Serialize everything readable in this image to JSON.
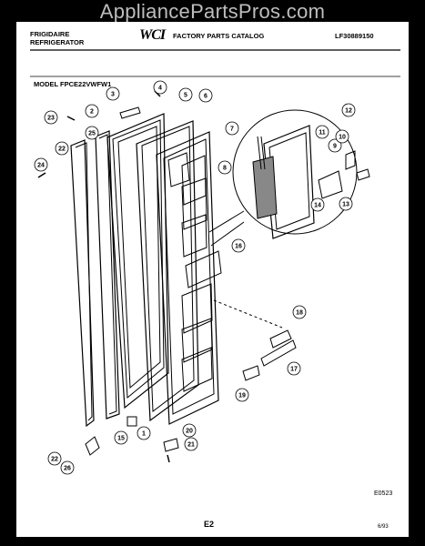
{
  "watermark": "AppliancePartsPros.com",
  "header": {
    "brand_line1": "FRIGIDAIRE",
    "brand_line2": "REFRIGERATOR",
    "logo": "WCI",
    "catalog_title": "FACTORY PARTS CATALOG",
    "catalog_number": "LF30889150",
    "model": "MODEL FPCE22VWFW1"
  },
  "footer": {
    "figure_code": "E0523",
    "page": "E2",
    "date": "6/93"
  },
  "callouts": [
    "1",
    "2",
    "3",
    "4",
    "5",
    "6",
    "7",
    "8",
    "9",
    "10",
    "11",
    "12",
    "13",
    "14",
    "15",
    "16",
    "17",
    "18",
    "19",
    "20",
    "21",
    "22",
    "22",
    "23",
    "24",
    "25",
    "26"
  ]
}
